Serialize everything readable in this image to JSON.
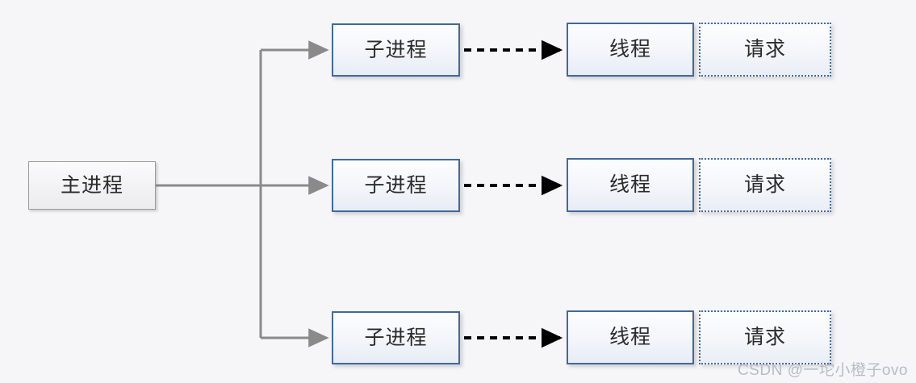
{
  "diagram": {
    "title": "process-thread-request-flow",
    "background_color": "#f6f6f8",
    "nodes": {
      "main_process": {
        "label": "主进程",
        "border_color": "#9a9a9a",
        "style": "solid"
      },
      "child_process": {
        "label": "子进程",
        "border_color": "#41699c",
        "style": "solid"
      },
      "thread": {
        "label": "线程",
        "border_color": "#41699c",
        "style": "solid"
      },
      "request": {
        "label": "请求",
        "border_color": "#44699c",
        "style": "dotted"
      }
    },
    "rows": [
      {
        "child_process": "子进程",
        "thread": "线程",
        "request": "请求"
      },
      {
        "child_process": "子进程",
        "thread": "线程",
        "request": "请求"
      },
      {
        "child_process": "子进程",
        "thread": "线程",
        "request": "请求"
      }
    ],
    "connectors": {
      "fork_color": "#8a8a8a",
      "fork_style": "solid-elbow-arrow",
      "dispatch_color": "#000000",
      "dispatch_style": "dashed-arrow"
    }
  },
  "watermark": {
    "text": "CSDN @一坨小橙子ovo"
  }
}
